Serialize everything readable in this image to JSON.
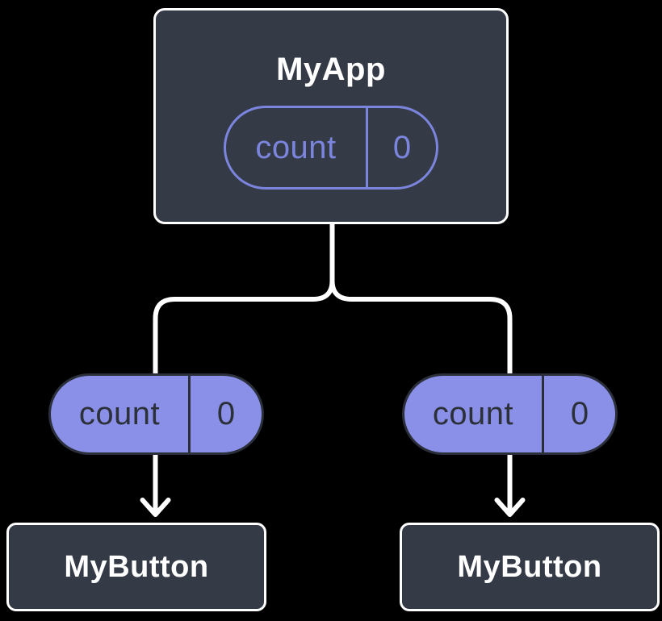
{
  "diagram": {
    "parent": {
      "title": "MyApp",
      "state_pill": {
        "label": "count",
        "value": "0"
      }
    },
    "branches": [
      {
        "prop_pill": {
          "label": "count",
          "value": "0"
        },
        "child": {
          "title": "MyButton"
        }
      },
      {
        "prop_pill": {
          "label": "count",
          "value": "0"
        },
        "child": {
          "title": "MyButton"
        }
      }
    ]
  },
  "colors": {
    "background": "#000000",
    "node_fill": "#343A46",
    "node_border": "#FFFFFF",
    "node_text": "#FFFFFF",
    "state_pill_outline": "#7C85DE",
    "prop_pill_fill": "#8A90E8",
    "prop_pill_border": "#2B2F3A",
    "prop_pill_text": "#2B3039",
    "connector": "#FFFFFF"
  }
}
